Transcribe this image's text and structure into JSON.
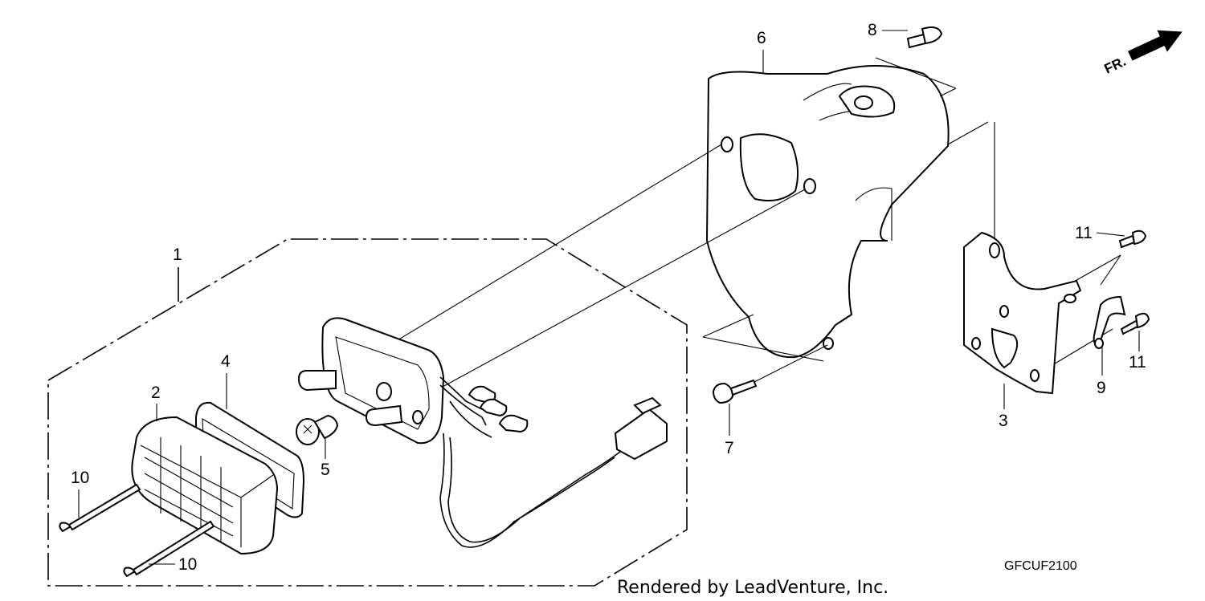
{
  "diagram": {
    "callouts": {
      "p1": "1",
      "p2": "2",
      "p3": "3",
      "p4": "4",
      "p5": "5",
      "p6": "6",
      "p7": "7",
      "p8": "8",
      "p9": "9",
      "p10a": "10",
      "p10b": "10",
      "p11a": "11",
      "p11b": "11"
    },
    "direction_indicator": "FR.",
    "reference_code": "GFCUF2100",
    "credit": "Rendered by LeadVenture, Inc."
  }
}
